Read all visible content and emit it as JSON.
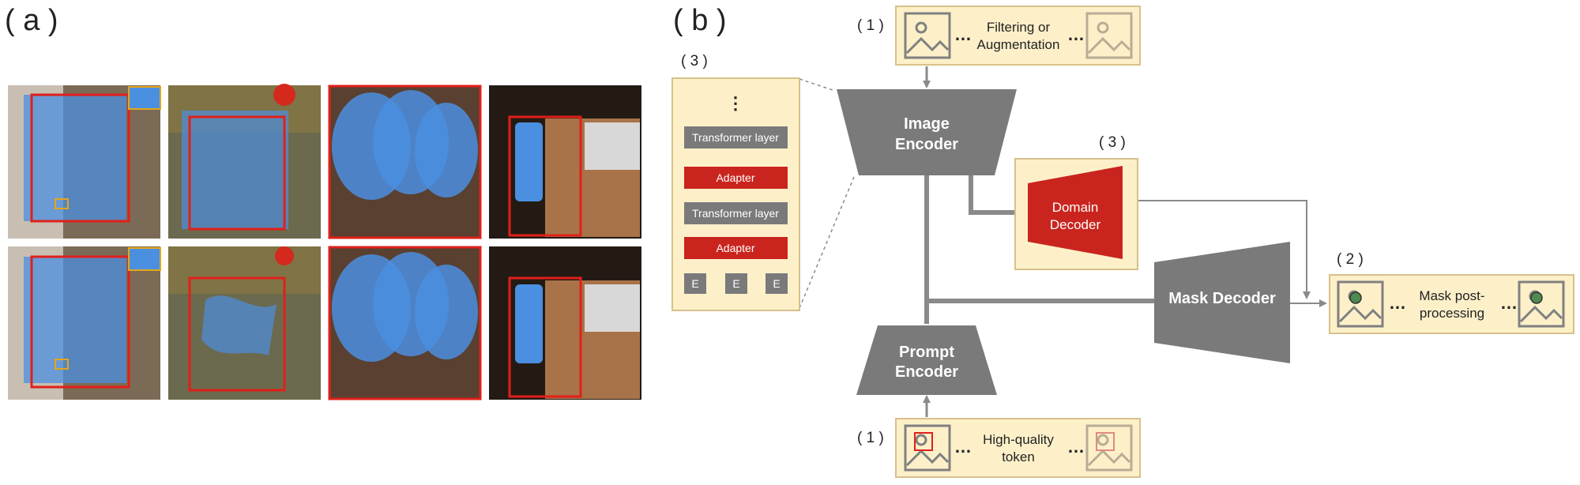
{
  "panel_a": {
    "label": "( a )"
  },
  "panel_b": {
    "label": "( b )",
    "steps": {
      "filter": "( 1 )",
      "prompt": "( 1 )",
      "postproc": "( 2 )",
      "adapter_panel": "( 3 )",
      "domain": "( 3 )"
    },
    "filter_box": {
      "line1": "Filtering or",
      "line2": "Augmentation"
    },
    "token_box": {
      "line1": "High-quality",
      "line2": "token"
    },
    "post_box": {
      "line1": "Mask post-",
      "line2": "processing"
    },
    "image_encoder": {
      "line1": "Image",
      "line2": "Encoder"
    },
    "prompt_encoder": {
      "line1": "Prompt",
      "line2": "Encoder"
    },
    "mask_decoder": "Mask Decoder",
    "domain_decoder": {
      "line1": "Domain",
      "line2": "Decoder"
    },
    "layers": {
      "transformer": "Transformer layer",
      "adapter": "Adapter",
      "embed": "E",
      "vdots": "⋮",
      "ellipsis": "…"
    }
  },
  "colors": {
    "cream": "#fdf0c9",
    "cream_border": "#d7c08a",
    "gray_block": "#7a7a7a",
    "red_block": "#c9251e",
    "connector": "#8a8a8a",
    "overlay_blue": "#4b8fe0"
  }
}
